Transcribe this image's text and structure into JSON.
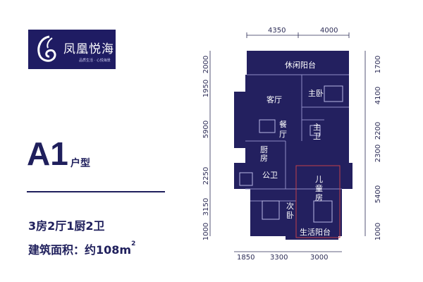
{
  "brand": {
    "name": "凤凰悦海",
    "slogan": "品质生活 · 心悦海景",
    "color": "#1f1c63"
  },
  "unit": {
    "code": "A1",
    "suffix": "户型",
    "rooms": "3房2厅1厨2卫",
    "area_label": "建筑面积：约108m",
    "area_sup": "2"
  },
  "dims": {
    "top": [
      "4350",
      "4000"
    ],
    "left": [
      "2000",
      "1950",
      "5900",
      "2250",
      "3150",
      "1000"
    ],
    "right": [
      "1700",
      "4100",
      "2200",
      "2300",
      "5400",
      "1000"
    ],
    "bottom": [
      "1850",
      "3300",
      "3000"
    ]
  },
  "rooms": {
    "balcony_top": "休闲阳台",
    "living": "客厅",
    "master": "主卧",
    "dining_1": "餐",
    "dining_2": "厅",
    "master_bath_1": "主",
    "master_bath_2": "卫",
    "kitchen_1": "厨",
    "kitchen_2": "房",
    "public_bath": "公卫",
    "kids_1": "儿",
    "kids_2": "童",
    "kids_3": "房",
    "second_1": "次",
    "second_2": "卧",
    "balcony_bottom": "生活阳台"
  },
  "colors": {
    "plan": "#23205f",
    "text": "#1f1f5c"
  }
}
